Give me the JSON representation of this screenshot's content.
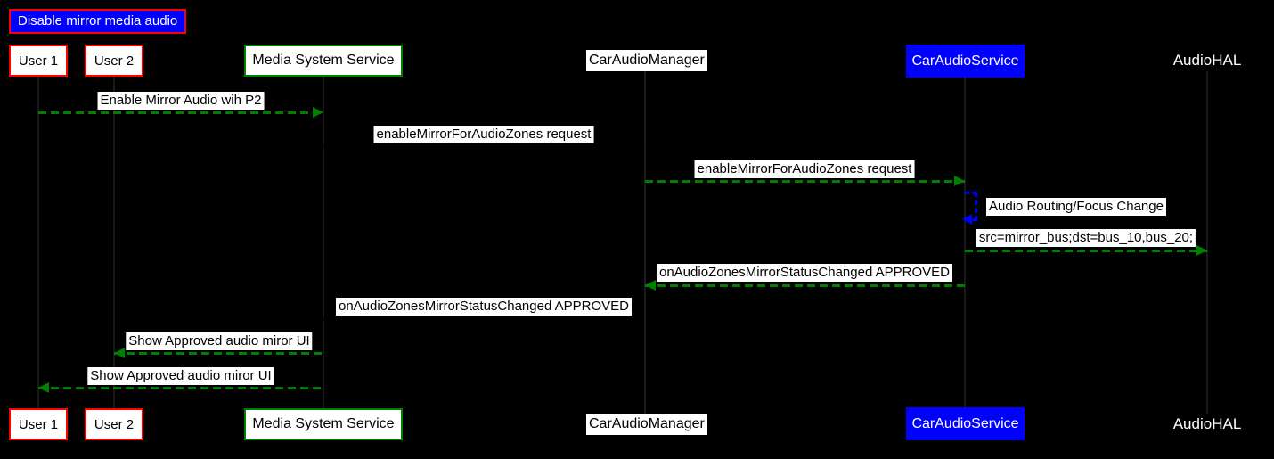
{
  "diagram_type": "sequence-diagram",
  "title": {
    "label": "Disable mirror media audio"
  },
  "colors": {
    "background": "#000000",
    "arrow_green": "#008000",
    "accent_blue": "#0000ff",
    "accent_red": "#ff0000",
    "label_bg": "#ffffff",
    "label_text": "#000000"
  },
  "participants": [
    {
      "id": "user1",
      "label": "User 1",
      "style": "white box, red border"
    },
    {
      "id": "user2",
      "label": "User 2",
      "style": "white box, red border"
    },
    {
      "id": "media-system-service",
      "label": "Media System Service",
      "style": "white box, green border"
    },
    {
      "id": "car-audio-manager",
      "label": "CarAudioManager",
      "style": "white label, black text"
    },
    {
      "id": "car-audio-service",
      "label": "CarAudioService",
      "style": "blue box, white text"
    },
    {
      "id": "audio-hal",
      "label": "AudioHAL",
      "style": "plain white text"
    }
  ],
  "messages": [
    {
      "label": "Enable Mirror Audio wih P2",
      "from": "User 1",
      "to": "Media System Service",
      "line": "dashed",
      "direction": "right",
      "color": "#008000"
    },
    {
      "label": "enableMirrorForAudioZones request",
      "from": "Media System Service",
      "to": "CarAudioManager",
      "line": "dashed",
      "direction": "right",
      "color": "#000000"
    },
    {
      "label": "enableMirrorForAudioZones request",
      "from": "CarAudioManager",
      "to": "CarAudioService",
      "line": "dashed",
      "direction": "right",
      "color": "#008000"
    },
    {
      "label": "Audio Routing/Focus Change",
      "from": "CarAudioService",
      "to": "CarAudioService",
      "line": "dashed",
      "direction": "self",
      "color": "#0000ff"
    },
    {
      "label": "src=mirror_bus;dst=bus_10,bus_20;",
      "from": "CarAudioService",
      "to": "AudioHAL",
      "line": "dashed",
      "direction": "right",
      "color": "#008000"
    },
    {
      "label": "onAudioZonesMirrorStatusChanged APPROVED",
      "from": "CarAudioService",
      "to": "CarAudioManager",
      "line": "dashed",
      "direction": "left",
      "color": "#008000"
    },
    {
      "label": "onAudioZonesMirrorStatusChanged APPROVED",
      "from": "CarAudioManager",
      "to": "Media System Service",
      "line": "dashed",
      "direction": "left",
      "color": "#000000"
    },
    {
      "label": "Show Approved audio miror UI",
      "from": "Media System Service",
      "to": "User 2",
      "line": "dashed",
      "direction": "left",
      "color": "#008000"
    },
    {
      "label": "Show Approved audio miror UI",
      "from": "Media System Service",
      "to": "User 1",
      "line": "dashed",
      "direction": "left",
      "color": "#008000"
    }
  ]
}
